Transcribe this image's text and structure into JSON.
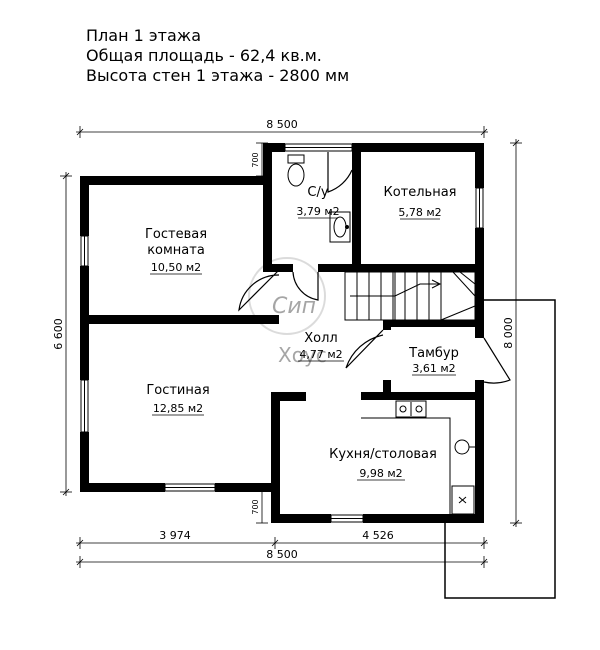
{
  "header": {
    "title": "План 1 этажа",
    "area": "Общая площадь - 62,4 кв.м.",
    "wall_height": "Высота стен 1 этажа - 2800 мм"
  },
  "rooms": {
    "wc": {
      "name": "С/у",
      "area": "3,79 м2"
    },
    "boiler": {
      "name": "Котельная",
      "area": "5,78 м2"
    },
    "guest": {
      "name_line1": "Гостевая",
      "name_line2": "комната",
      "area": "10,50 м2"
    },
    "hall": {
      "name": "Холл",
      "area": "4,77 м2"
    },
    "vestibule": {
      "name": "Тамбур",
      "area": "3,61 м2"
    },
    "living": {
      "name": "Гостиная",
      "area": "12,85 м2"
    },
    "kitchen": {
      "name": "Кухня/столовая",
      "area": "9,98 м2"
    }
  },
  "dimensions": {
    "top_total": "8 500",
    "bottom_total": "8 500",
    "bottom_left": "3 974",
    "bottom_right": "4 526",
    "left_height": "6 600",
    "right_height": "8 000",
    "offset_top": "700",
    "offset_bottom": "700"
  },
  "watermark": {
    "line1": "Сип",
    "line2": "Хоус"
  }
}
